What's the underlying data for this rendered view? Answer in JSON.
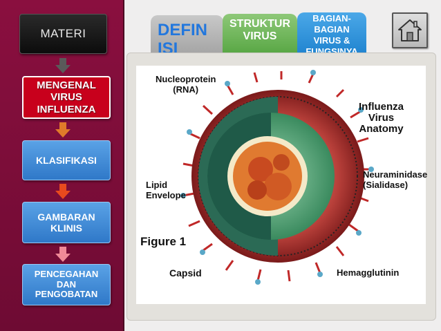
{
  "sidebar": {
    "header": "MATERI",
    "items": [
      {
        "label": "MENGENAL VIRUS INFLUENZA",
        "lines": [
          "MENGENAL",
          "VIRUS",
          "INFLUENZA"
        ],
        "active": true
      },
      {
        "label": "KLASIFIKASI",
        "lines": [
          "KLASIFIKASI"
        ],
        "active": false
      },
      {
        "label": "GAMBARAN KLINIS",
        "lines": [
          "GAMBARAN",
          "KLINIS"
        ],
        "active": false
      },
      {
        "label": "PENCEGAHAN DAN PENGOBATAN",
        "lines": [
          "PENCEGAHAN",
          "DAN",
          "PENGOBATAN"
        ],
        "active": false
      }
    ],
    "arrow_colors": [
      "#5a5a5a",
      "#e07a2a",
      "#e84a1e",
      "#f08a98"
    ]
  },
  "tabs": [
    {
      "lines": [
        "DEFIN",
        "ISI"
      ]
    },
    {
      "lines": [
        "STRUKTUR",
        "VIRUS"
      ]
    },
    {
      "lines": [
        "BAGIAN-",
        "BAGIAN",
        "VIRUS &",
        "FUNGSINYA"
      ]
    }
  ],
  "figure": {
    "nucleoprotein": "Nucleoprotein\n(RNA)",
    "title": "Influenza\nVirus\nAnatomy",
    "lipid": "Lipid\nEnvelope",
    "neuraminidase": "Neuraminidase\n(Sialidase)",
    "figure_no": "Figure 1",
    "capsid": "Capsid",
    "hemagglutinin": "Hemagglutinin"
  },
  "colors": {
    "sidebar_bg": "#7a0c38",
    "active_item": "#c8001c",
    "menu_item": "#3d8ad6",
    "tab_definisi_text": "#2277dd",
    "tab_struktur": "#6fb55a",
    "tab_bagian": "#2b8fd8"
  }
}
